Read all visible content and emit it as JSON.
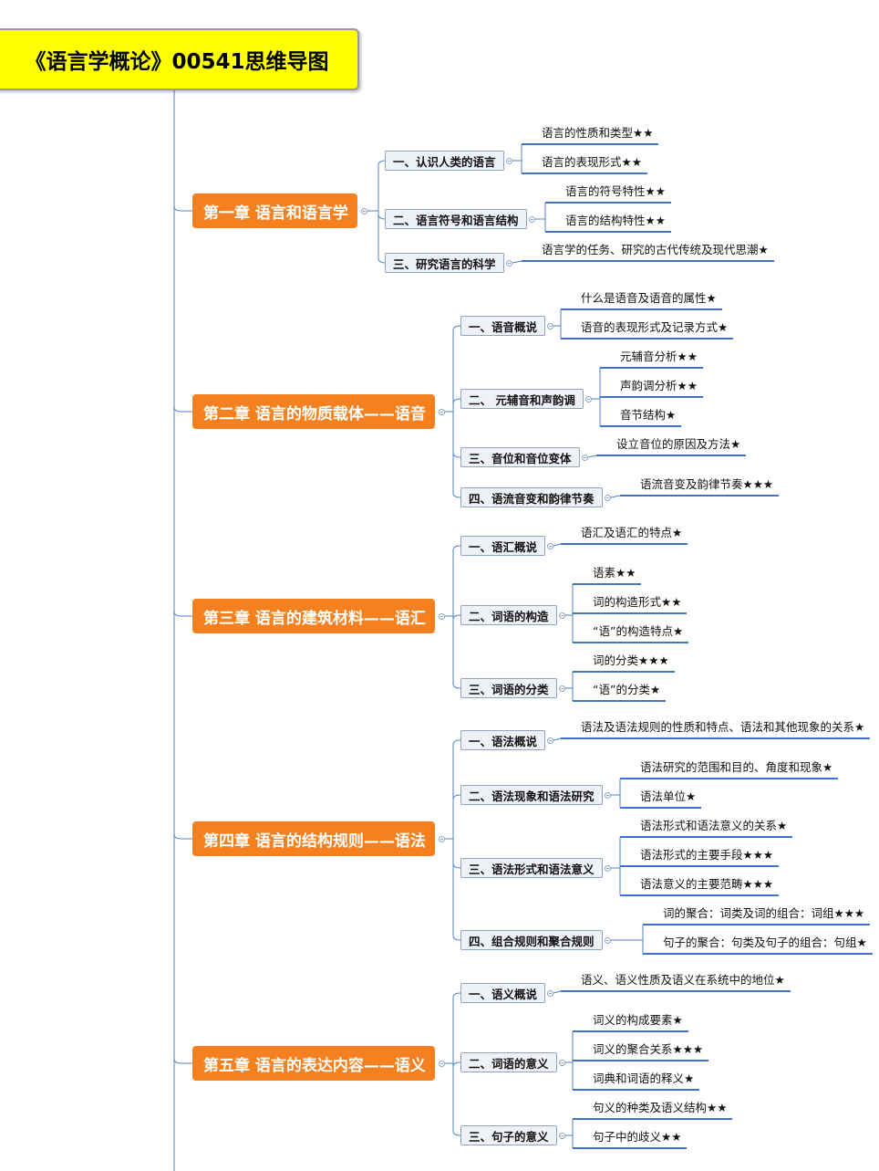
{
  "root": {
    "title": "《语言学概论》00541思维导图"
  },
  "chapters": [
    {
      "label": "第一章  语言和语言学",
      "sections": [
        {
          "label": "一、认识人类的语言",
          "leaves": [
            "语言的性质和类型★★",
            "语言的表现形式★★"
          ]
        },
        {
          "label": "二、语言符号和语言结构",
          "leaves": [
            "语言的符号特性★★",
            "语言的结构特性★★"
          ]
        },
        {
          "label": "三、研究语言的科学",
          "leaves": [
            "语言学的任务、研究的古代传统及现代思潮★"
          ]
        }
      ]
    },
    {
      "label": "第二章 语言的物质载体——语音",
      "sections": [
        {
          "label": "一、语音概说",
          "leaves": [
            "什么是语音及语音的属性★",
            "语音的表现形式及记录方式★"
          ]
        },
        {
          "label": "二、 元辅音和声韵调",
          "leaves": [
            "元辅音分析★★",
            "声韵调分析★★",
            "音节结构★"
          ]
        },
        {
          "label": "三、音位和音位变体",
          "leaves": [
            "设立音位的原因及方法★"
          ]
        },
        {
          "label": "四、语流音变和韵律节奏",
          "leaves": [
            "语流音变及韵律节奏★★★"
          ]
        }
      ]
    },
    {
      "label": "第三章 语言的建筑材料——语汇",
      "sections": [
        {
          "label": "一、语汇概说",
          "leaves": [
            "语汇及语汇的特点★"
          ]
        },
        {
          "label": "二、词语的构造",
          "leaves": [
            "语素★★",
            "词的构造形式★★",
            "“语”的构造特点★"
          ]
        },
        {
          "label": "三、词语的分类",
          "leaves": [
            "词的分类★★★",
            "“语”的分类★"
          ]
        }
      ]
    },
    {
      "label": "第四章 语言的结构规则——语法",
      "sections": [
        {
          "label": "一、语法概说",
          "leaves": [
            "语法及语法规则的性质和特点、语法和其他现象的关系★"
          ]
        },
        {
          "label": "二、语法现象和语法研究",
          "leaves": [
            "语法研究的范围和目的、角度和现象★",
            "语法单位★"
          ]
        },
        {
          "label": "三、语法形式和语法意义",
          "leaves": [
            "语法形式和语法意义的关系★",
            "语法形式的主要手段★★★",
            "语法意义的主要范畴★★★"
          ]
        },
        {
          "label": "四、组合规则和聚合规则",
          "leaves": [
            "词的聚合：词类及词的组合：词组★★★",
            "句子的聚合：句类及句子的组合：句组★"
          ]
        }
      ]
    },
    {
      "label": "第五章 语言的表达内容——语义",
      "sections": [
        {
          "label": "一、语义概说",
          "leaves": [
            "语义、语义性质及语义在系统中的地位★"
          ]
        },
        {
          "label": "二、词语的意义",
          "leaves": [
            "词义的构成要素★",
            "词义的聚合关系★★★",
            "词典和词语的释义★"
          ]
        },
        {
          "label": "三、句子的意义",
          "leaves": [
            "句义的种类及语义结构★★",
            "句子中的歧义★★"
          ]
        }
      ]
    }
  ],
  "colors": {
    "root_fill": "#ffff00",
    "chapter_fill": "#f4801f",
    "section_fill": "#eef1f6",
    "connector": "#4f7fc2",
    "leaf_underline": "#4472c4"
  }
}
